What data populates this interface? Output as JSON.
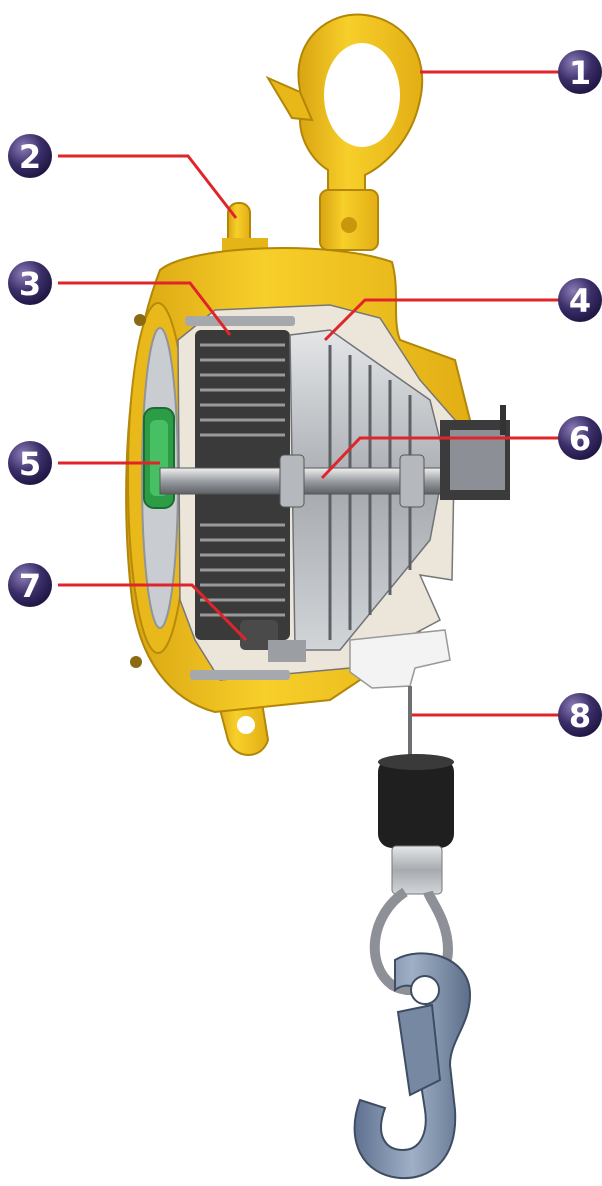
{
  "callouts": [
    {
      "number": "1"
    },
    {
      "number": "2"
    },
    {
      "number": "3"
    },
    {
      "number": "4"
    },
    {
      "number": "5"
    },
    {
      "number": "6"
    },
    {
      "number": "7"
    },
    {
      "number": "8"
    }
  ],
  "colors": {
    "housing": "#f2c21a",
    "housing_shadow": "#c99a0e",
    "leader_line": "#e0252a",
    "badge_dark": "#2a1f4f",
    "badge_light": "#7a6aa8",
    "metal": "#b9bcc0",
    "spring": "#2b2b2b",
    "hook_steel": "#7d8fa6",
    "grip": "#1c1c1c"
  }
}
